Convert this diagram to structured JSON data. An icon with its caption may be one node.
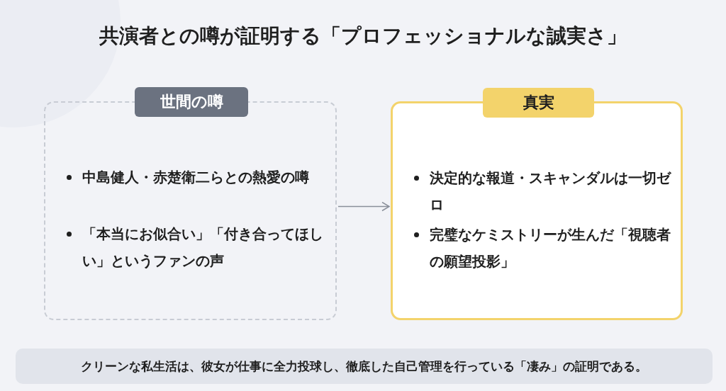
{
  "diagram": {
    "title": "共演者との噂が証明する「プロフェッショナルな誠実さ」",
    "nodes": [
      {
        "text": [
          "世間の噂",
          "中島健人・赤楚衛二らとの熱愛の噂",
          "「本当にお似合い」「付き合ってほしい」というファンの声"
        ]
      },
      {
        "text": [
          "真実",
          "決定的な報道・スキャンダルは一切ゼロ",
          "完璧なケミストリーが生んだ「視聴者の願望投影」"
        ]
      },
      {
        "text": [
          "クリーンな私生活は、彼女が仕事に全力投球し、徹底した自己管理を行っている「凄み」の証明である。"
        ]
      }
    ],
    "edges": [
      {
        "from": 0,
        "to": 1,
        "arrow": "to"
      }
    ]
  }
}
